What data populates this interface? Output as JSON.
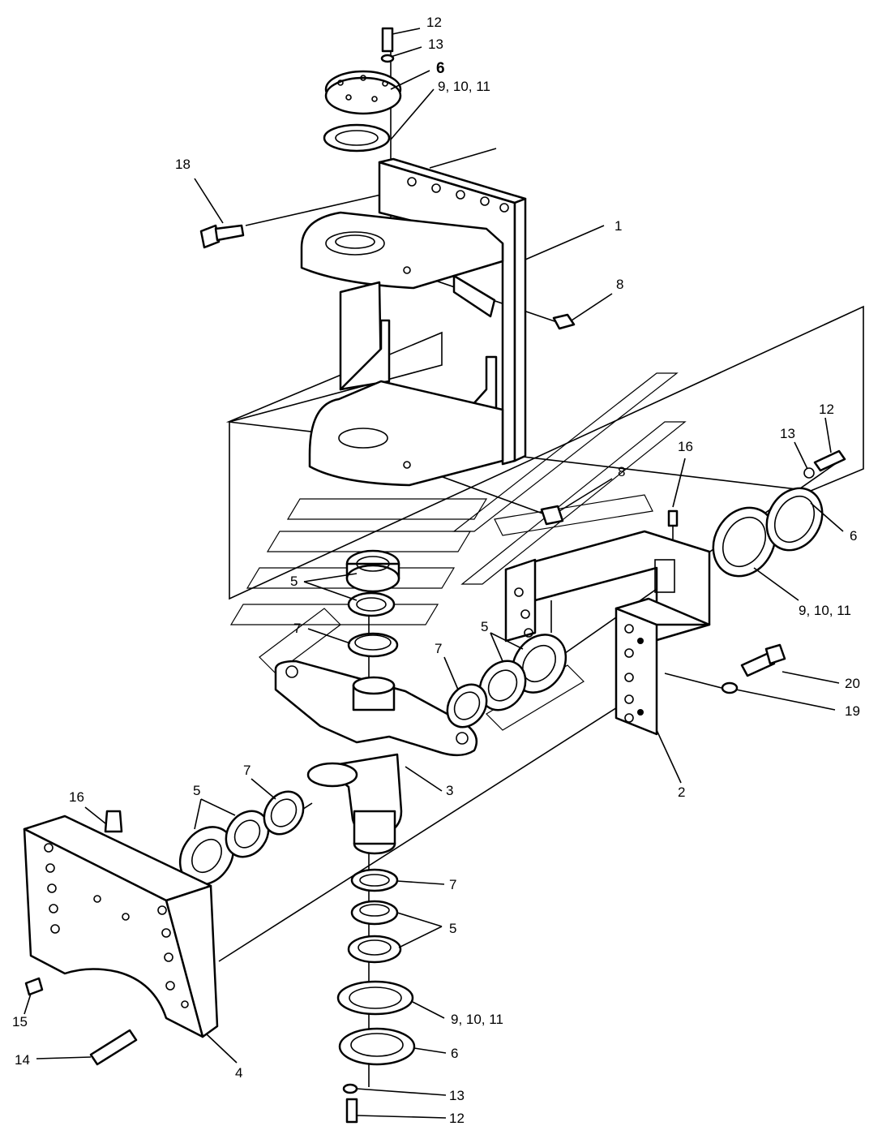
{
  "labels": {
    "top_bolt_12": "12",
    "top_washer_13": "13",
    "top_cap_6": "6",
    "top_shims": "9, 10, 11",
    "bolt_18": "18",
    "bracket_1": "1",
    "grease_8_top": "8",
    "grease_8_mid": "8",
    "grease_16_top": "16",
    "right_bolt_12": "12",
    "right_washer_13": "13",
    "right_cap_6": "6",
    "right_shims": "9, 10, 11",
    "bolt_20": "20",
    "washer_19": "19",
    "bearing_5_top": "5",
    "seal_7_top": "7",
    "bearing_5_right": "5",
    "seal_7_right": "7",
    "axle_2": "2",
    "spindle_3": "3",
    "bearing_5_left": "5",
    "seal_7_left": "7",
    "grease_16_left": "16",
    "seal_7_bottom": "7",
    "bearing_5_bottom": "5",
    "bottom_shims": "9, 10, 11",
    "bottom_cap_6": "6",
    "bottom_washer_13": "13",
    "bottom_bolt_12": "12",
    "plate_4": "4",
    "grease_15": "15",
    "pin_14": "14"
  }
}
